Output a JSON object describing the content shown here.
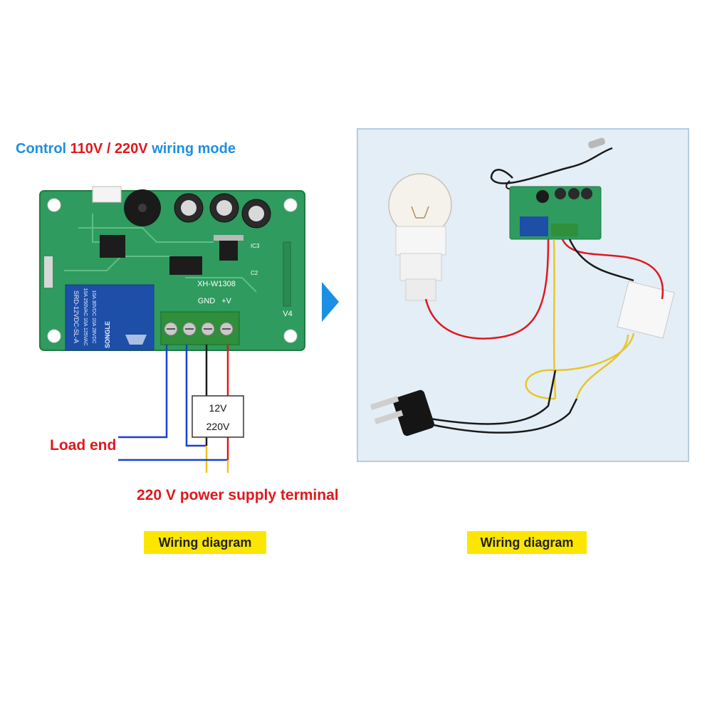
{
  "heading": {
    "part1": "Control ",
    "part2": "110V / 220V",
    "part3": " wiring mode"
  },
  "board": {
    "model": "XH-W1308",
    "relay_model": "SRD-12VDC-SL-A",
    "relay_rating_1": "10A 250VAC  10A 125VAC",
    "relay_rating_2": "10A 30VDC  10A 28VDC",
    "relay_brand": "SONGLE",
    "terminal_gnd": "GND",
    "terminal_v": "+V",
    "version": "V4",
    "ic_label": "IC3",
    "cap_label": "C2"
  },
  "power_box": {
    "top": "12V",
    "bottom": "220V"
  },
  "labels": {
    "load_end": "Load end",
    "supply": "220 V power supply terminal"
  },
  "captions": {
    "left": "Wiring diagram",
    "right": "Wiring diagram"
  },
  "colors": {
    "heading_blue": "#1d8fe0",
    "heading_red": "#e0181e",
    "caption_bg": "#fce600",
    "arrow": "#1a8fe3",
    "pcb_green": "#2f9b5e",
    "relay_blue": "#1d4fa8",
    "wire_blue": "#1c3fcf",
    "wire_red": "#e0181e",
    "wire_yellow": "#f2c21e"
  }
}
